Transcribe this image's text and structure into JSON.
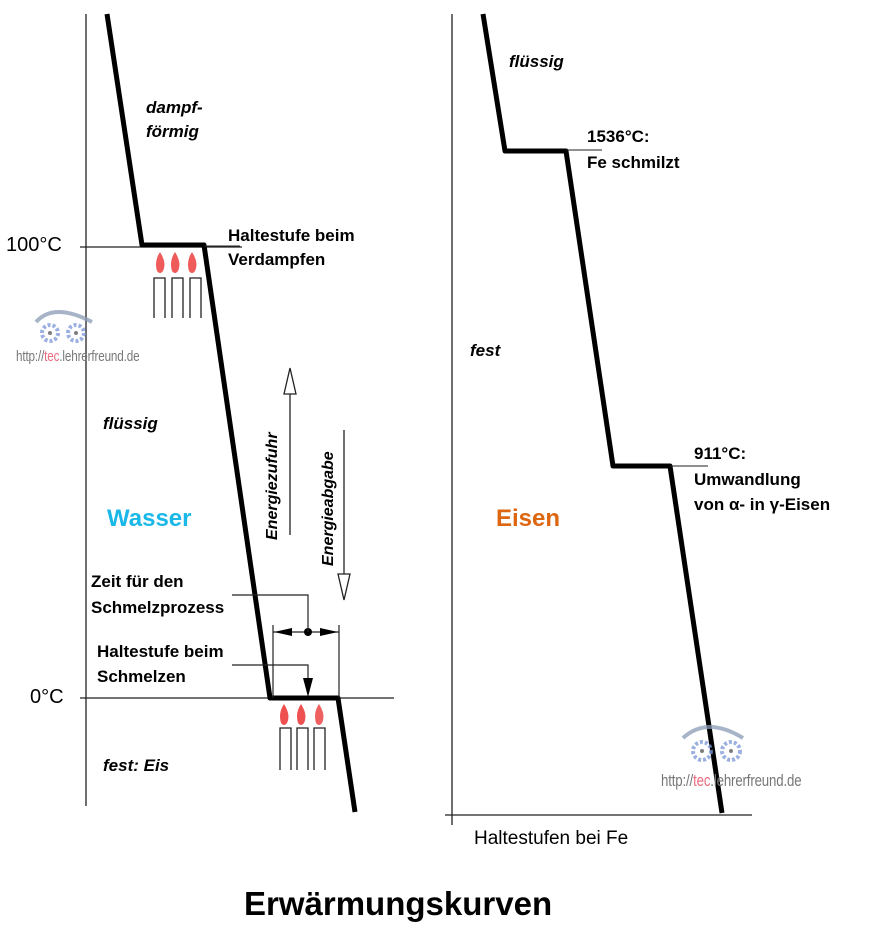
{
  "title": "Erwärmungskurven",
  "colors": {
    "wasser": "#1ab8e8",
    "eisen": "#dd6611",
    "flame": "#ee4a4a",
    "watermark_hl": "#ee6a7e"
  },
  "water_diagram": {
    "name": "Wasser",
    "axis_ticks": [
      "100°C",
      "0°C"
    ],
    "phases": {
      "gas": [
        "dampf-",
        "förmig"
      ],
      "liquid": "flüssig",
      "solid": "fest: Eis"
    },
    "annotations": {
      "boiling_plateau": [
        "Haltestufe beim",
        "Verdampfen"
      ],
      "melting_time": [
        "Zeit für den",
        "Schmelzprozess"
      ],
      "melting_plateau": [
        "Haltestufe beim",
        "Schmelzen"
      ],
      "energy_in": "Energiezufuhr",
      "energy_out": "Energieabgabe"
    }
  },
  "iron_diagram": {
    "name": "Eisen",
    "phases": {
      "liquid": "flüssig",
      "solid": "fest"
    },
    "annotations": {
      "melting": [
        "1536°C:",
        "Fe schmilzt"
      ],
      "transformation": [
        "911°C:",
        "Umwandlung",
        "von α- in γ-Eisen"
      ]
    },
    "x_axis_label": "Haltestufen bei Fe"
  },
  "watermark": {
    "prefix": "http://",
    "highlight": "tec",
    "suffix": ".lehrerfreund.de"
  }
}
